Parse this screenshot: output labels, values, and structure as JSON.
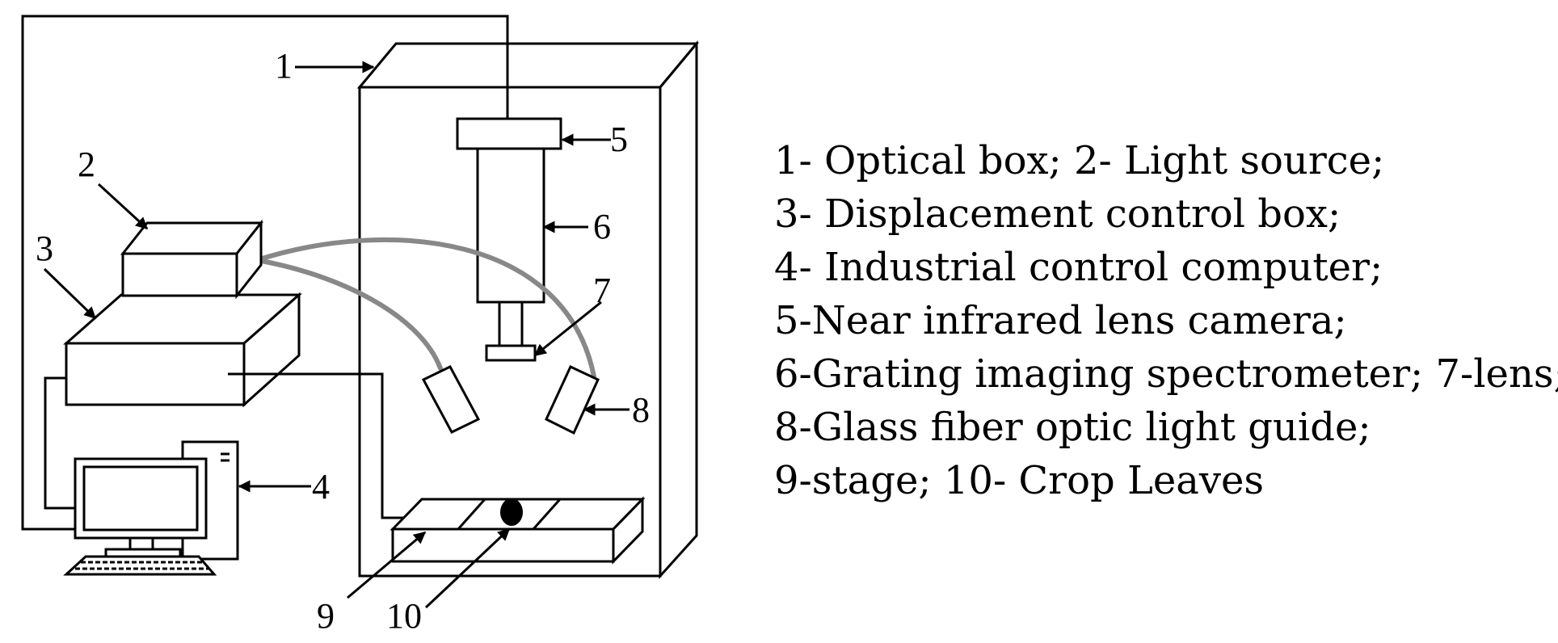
{
  "labels": {
    "n1": "1",
    "n2": "2",
    "n3": "3",
    "n4": "4",
    "n5": "5",
    "n6": "6",
    "n7": "7",
    "n8": "8",
    "n9": "9",
    "n10": "10"
  },
  "legend": [
    "1- Optical box; 2- Light source;",
    "3- Displacement control box;",
    "4- Industrial control computer;",
    "5-Near infrared lens camera;",
    "6-Grating imaging spectrometer; 7-lens;",
    "8-Glass fiber optic light guide;",
    "9-stage; 10- Crop Leaves"
  ],
  "colors": {
    "line": "#000000",
    "fiber": "#888888"
  }
}
